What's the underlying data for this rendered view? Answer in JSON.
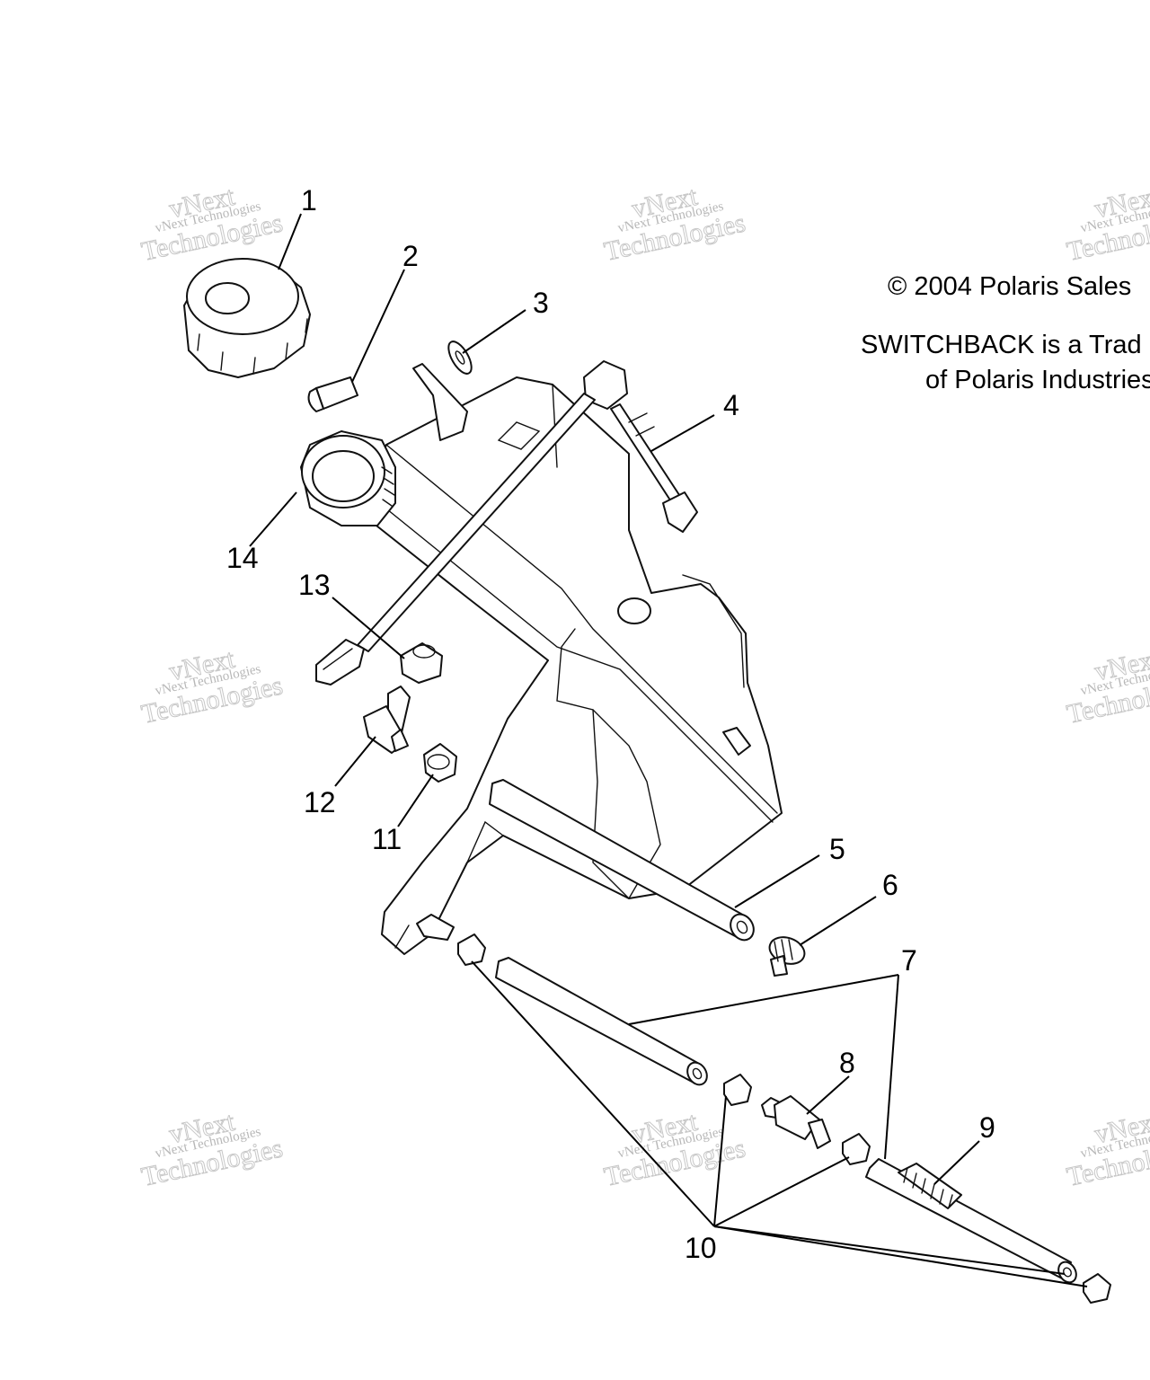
{
  "notice": {
    "copyright": "© 2004 Polaris Sales",
    "trademark_line1": "SWITCHBACK is a Trad",
    "trademark_line2": "of Polaris Industries"
  },
  "callouts": {
    "c1": "1",
    "c2": "2",
    "c3": "3",
    "c4": "4",
    "c5": "5",
    "c6": "6",
    "c7": "7",
    "c8": "8",
    "c9": "9",
    "c10": "10",
    "c11": "11",
    "c12": "12",
    "c13": "13",
    "c14": "14"
  },
  "watermark": {
    "line_small": "vNext Technologies",
    "line_big_top": "vNext",
    "line_big_bottom": "Technologies"
  }
}
